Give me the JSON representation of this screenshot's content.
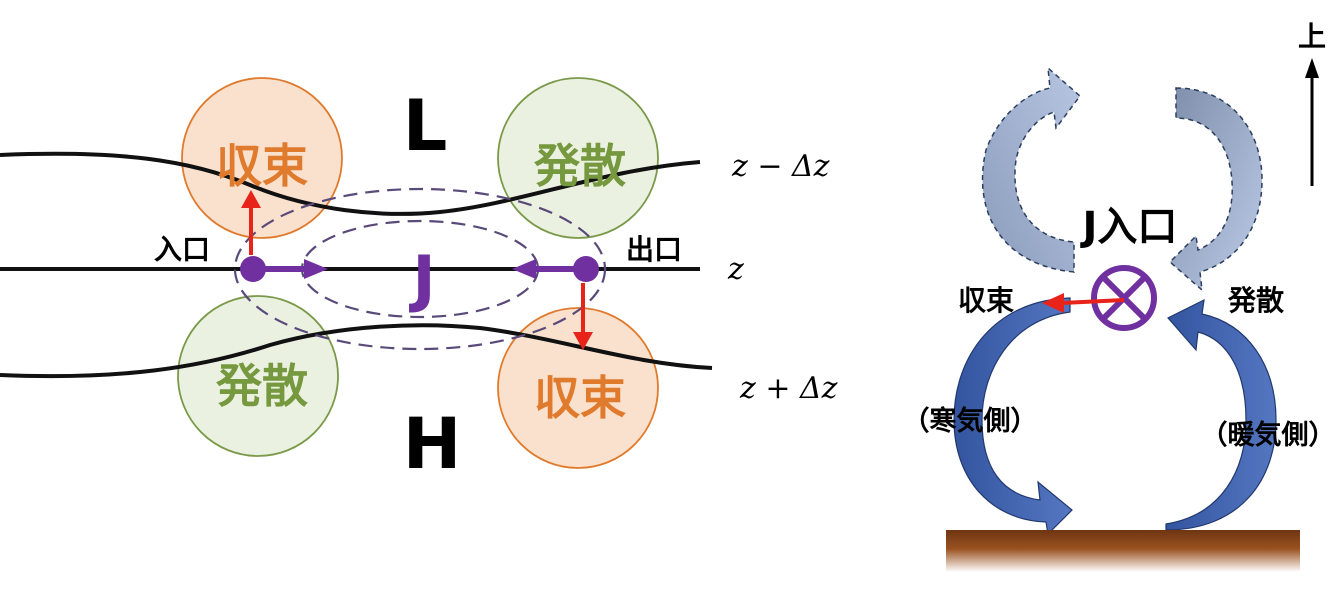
{
  "left": {
    "low_label": "L",
    "high_label": "H",
    "jet_label": "J",
    "entrance_label": "入口",
    "exit_label": "出口",
    "convergence_top_left": "収束",
    "divergence_top_right": "発散",
    "divergence_bottom_left": "発散",
    "convergence_bottom_right": "収束",
    "level_upper": "z − Δz",
    "level_middle": "z",
    "level_lower": "z + Δz"
  },
  "right": {
    "up_label": "上",
    "jet_entrance_label": "J入口",
    "convergence_label": "収束",
    "divergence_label": "発散",
    "cold_side_label": "（寒気側）",
    "warm_side_label": "（暖気側）"
  },
  "colors": {
    "convergence_fill": "#f8dcc4",
    "convergence_stroke": "#e07b2e",
    "convergence_text": "#e07b2e",
    "divergence_fill": "#e8eedc",
    "divergence_stroke": "#7a9a4a",
    "divergence_text": "#76983e",
    "purple": "#7030a0",
    "red": "#e8231a",
    "ground": "#8b4513",
    "lower_arrow": "#3f62b0",
    "upper_arrow": "#9aaed0"
  }
}
